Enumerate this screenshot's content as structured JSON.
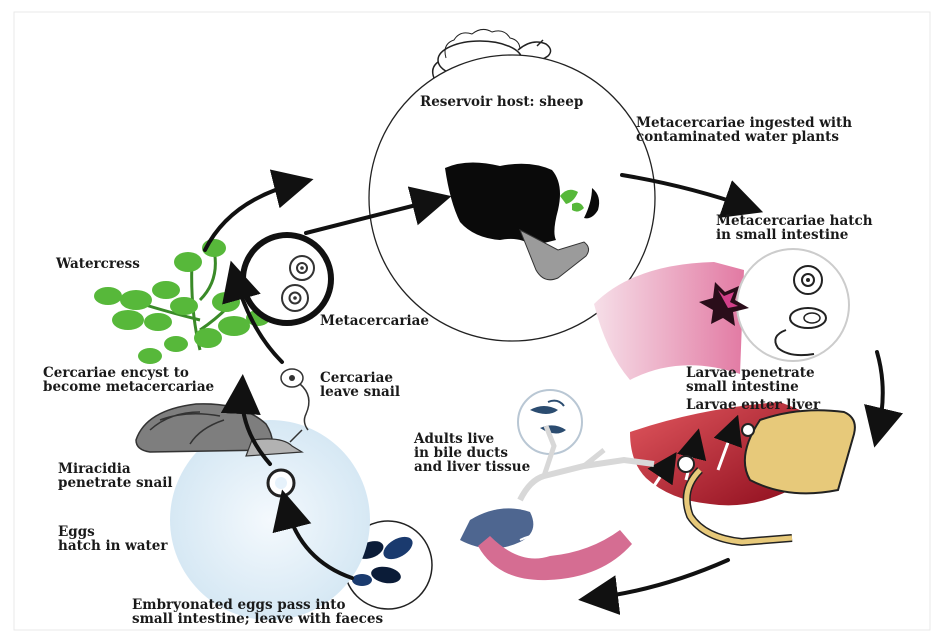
{
  "labels": {
    "reservoir_host": [
      "Reservoir host: sheep"
    ],
    "metacercariae_ingested": [
      "Metacercariae ingested with",
      "contaminated water plants"
    ],
    "metacercariae_hatch": [
      "Metacercariae hatch",
      "in small intestine"
    ],
    "watercress": [
      "Watercress"
    ],
    "metacercariae": [
      "Metacercariae"
    ],
    "cercariae_encyst": [
      "Cercariae encyst to",
      "become metacercariae"
    ],
    "cercariae_leave": [
      "Cercariae",
      "leave snail"
    ],
    "larvae_penetrate": [
      "Larvae penetrate",
      "small intestine"
    ],
    "larvae_enter_liver": [
      "Larvae enter liver"
    ],
    "adults_live": [
      "Adults live",
      "in bile ducts",
      "and liver tissue"
    ],
    "miracidia_penetrate": [
      "Miracidia",
      "penetrate snail"
    ],
    "eggs_hatch": [
      "Eggs",
      "hatch in water"
    ],
    "embryonated_eggs": [
      "Embryonated eggs pass into",
      "small intestine; leave with faeces"
    ]
  },
  "colors": {
    "arrow": "#111111",
    "leaf": "#57b83a",
    "water": "#dcecf6",
    "intestine": "#e7a3bd",
    "liver": "#b5172a",
    "gallbladder": "#e7c97a",
    "ducts": "#d7d7d7"
  },
  "icons": [
    "sheep-icon",
    "snail-icon",
    "watercress-icon",
    "liver-icon"
  ]
}
